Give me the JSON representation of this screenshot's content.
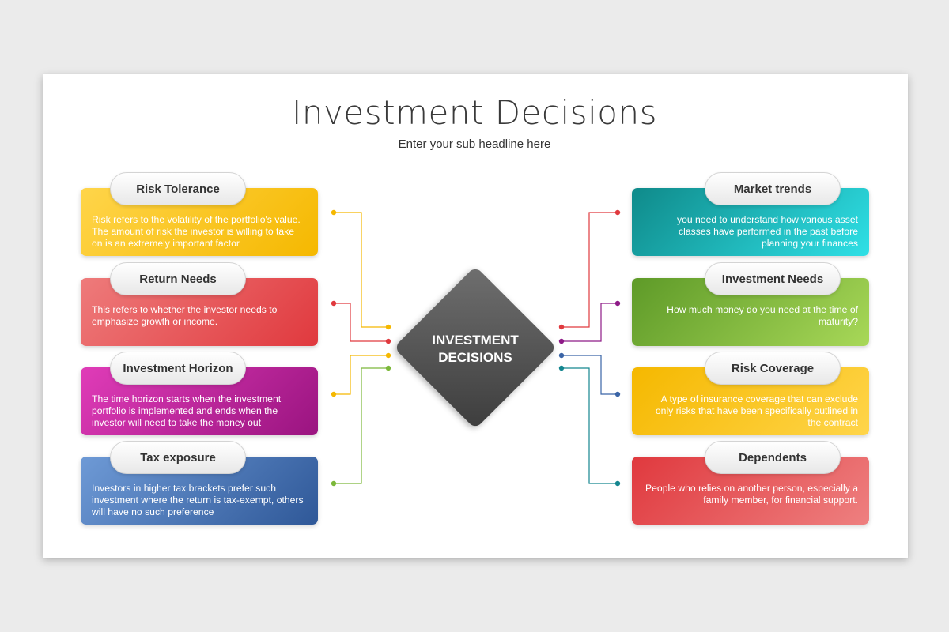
{
  "title": "Investment Decisions",
  "subtitle": "Enter your sub headline here",
  "center": {
    "line1": "INVESTMENT",
    "line2": "DECISIONS"
  },
  "left_items": [
    {
      "title": "Risk Tolerance",
      "desc": "Risk refers to the volatility of the portfolio's value. The amount of risk the investor is willing to take on is an extremely important factor",
      "color": "#f5b800"
    },
    {
      "title": "Return Needs",
      "desc": "This refers to whether the investor needs to emphasize growth or income.",
      "color": "#e0393e"
    },
    {
      "title": "Investment Horizon",
      "desc": "The time horizon starts when the investment portfolio is implemented and ends when the investor will need to take the money out",
      "color": "#a8158f"
    },
    {
      "title": "Tax exposure",
      "desc": "Investors in higher tax brackets prefer such investment where the return is tax-exempt, others will have no such preference",
      "color": "#3a64a6"
    }
  ],
  "right_items": [
    {
      "title": "Market trends",
      "desc": "you need to understand how various asset classes have performed in the past before planning your finances",
      "color": "#14a9a9"
    },
    {
      "title": "Investment Needs",
      "desc": "How much money do you need at the time of maturity?",
      "color": "#7cb83a"
    },
    {
      "title": "Risk Coverage",
      "desc": "A type of insurance coverage that can exclude only risks that have been specifically outlined in the contract",
      "color": "#f5b800"
    },
    {
      "title": "Dependents",
      "desc": "People who relies on another person, especially a family member, for financial support.",
      "color": "#e0393e"
    }
  ]
}
